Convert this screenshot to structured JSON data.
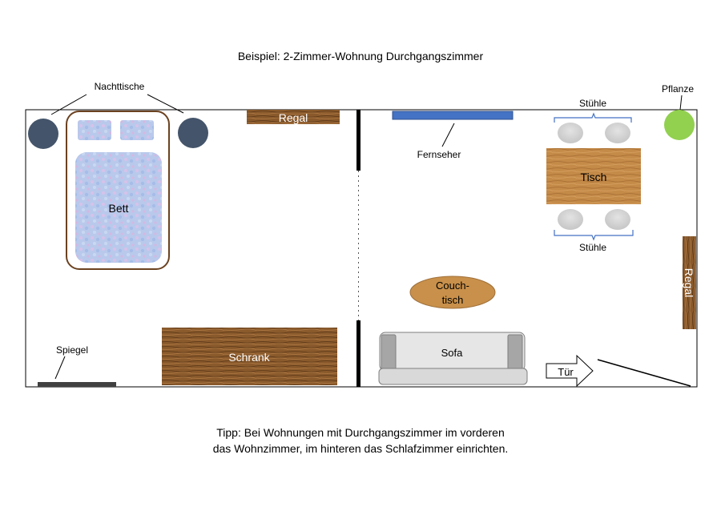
{
  "title": "Beispiel: 2-Zimmer-Wohnung Durchgangszimmer",
  "labels": {
    "nachttische": "Nachttische",
    "bett": "Bett",
    "regal_top": "Regal",
    "fernseher": "Fernseher",
    "stuehle_top": "Stühle",
    "tisch": "Tisch",
    "stuehle_bottom": "Stühle",
    "pflanze": "Pflanze",
    "regal_right": "Regal",
    "couchtisch_line1": "Couch-",
    "couchtisch_line2": "tisch",
    "sofa": "Sofa",
    "tuer": "Tür",
    "schrank": "Schrank",
    "spiegel": "Spiegel"
  },
  "tip": {
    "line1": "Tipp: Bei Wohnungen mit Durchgangszimmer im vorderen",
    "line2": "das Wohnzimmer, im hinteren das Schlafzimmer einrichten."
  },
  "colors": {
    "nightstand": "#44546a",
    "wood_light": "#c8904a",
    "wood_dark": "#6b4220",
    "tv": "#4472c4",
    "plant": "#92d050",
    "chair": "#d0d0d0",
    "sofa": "#d9d9d9",
    "sofa_arm": "#a6a6a6",
    "bracket": "#4472c4",
    "wall": "#000000",
    "mirror": "#404040"
  }
}
